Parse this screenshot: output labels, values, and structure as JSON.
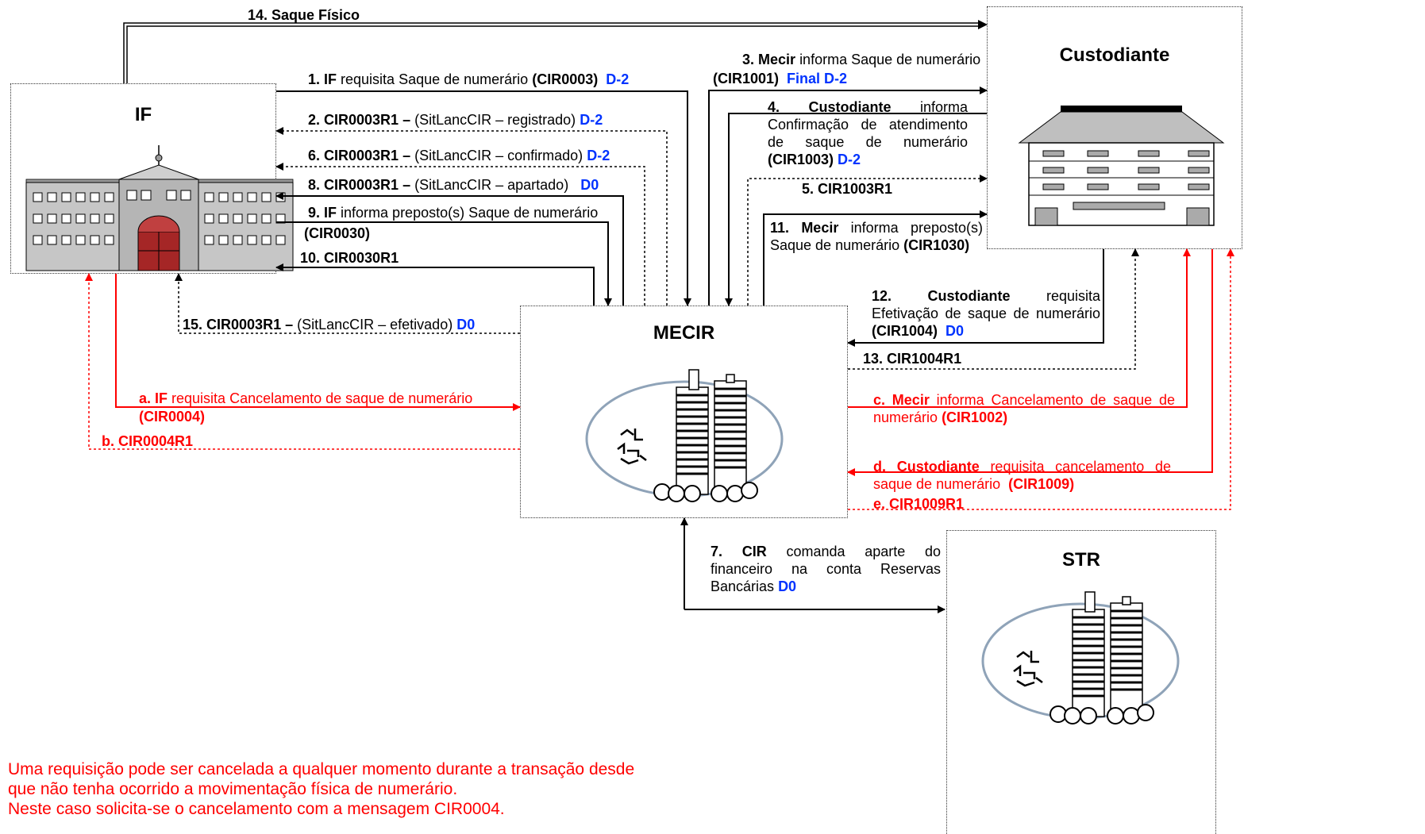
{
  "boxes": {
    "if": {
      "title": "IF"
    },
    "custodiante": {
      "title": "Custodiante"
    },
    "mecir": {
      "title": "MECIR"
    },
    "str": {
      "title": "STR"
    }
  },
  "flows": {
    "f14": {
      "label": "14. Saque Físico"
    },
    "f1": {
      "label": "1. IF",
      "text": "requisita Saque de numerário",
      "code": "(CIR0003)",
      "day": "D-2"
    },
    "f2": {
      "label": "2. CIR0003R1 –",
      "text": "(SitLancCIR – registrado)",
      "day": "D-2"
    },
    "f6": {
      "label": "6. CIR0003R1 –",
      "text": "(SitLancCIR – confirmado)",
      "day": "D-2"
    },
    "f8": {
      "label": "8. CIR0003R1 –",
      "text": "(SitLancCIR – apartado)",
      "day": "D0"
    },
    "f9": {
      "label": "9. IF",
      "text": "informa preposto(s) Saque de numerário",
      "code": "(CIR0030)"
    },
    "f10": {
      "label": "10. CIR0030R1"
    },
    "f15": {
      "label": "15. CIR0003R1 –",
      "text": "(SitLancCIR – efetivado)",
      "day": "D0"
    },
    "f3": {
      "label": "3. Mecir",
      "text": "informa Saque de numerário",
      "code": "(CIR1001)",
      "day": "Final D-2"
    },
    "f4": {
      "label": "4. Custodiante",
      "text": "informa Confirmação de atendimento de saque de numerário",
      "code": "(CIR1003)",
      "day": "D-2"
    },
    "f5": {
      "label": "5. CIR1003R1"
    },
    "f11": {
      "label": "11. Mecir",
      "text": "informa preposto(s) Saque de numerário",
      "code": "(CIR1030)"
    },
    "f12": {
      "label": "12. Custodiante",
      "text": "requisita Efetivação de saque de numerário",
      "code": "(CIR1004)",
      "day": "D0"
    },
    "f13": {
      "label": "13. CIR1004R1"
    },
    "fa": {
      "label": "a. IF",
      "text": "requisita Cancelamento de saque de numerário",
      "code": "(CIR0004)"
    },
    "fb": {
      "label": "b. CIR0004R1"
    },
    "fc": {
      "label": "c. Mecir",
      "text": "informa Cancelamento de saque de numerário",
      "code": "(CIR1002)"
    },
    "fd": {
      "label": "d. Custodiante",
      "text": "requisita cancelamento de saque de numerário",
      "code": "(CIR1009)"
    },
    "fe": {
      "label": "e. CIR1009R1"
    },
    "f7": {
      "label": "7. CIR",
      "text": "comanda aparte do financeiro na conta Reservas Bancárias",
      "day": "D0"
    }
  },
  "note": {
    "line1": "Uma requisição pode ser cancelada a qualquer momento durante a transação desde",
    "line2": "que não tenha ocorrido a movimentação física de numerário.",
    "line3": "Neste caso solicita-se o cancelamento com a mensagem CIR0004."
  },
  "colors": {
    "black": "#000000",
    "red": "#ff0000",
    "blue": "#0033ff"
  }
}
